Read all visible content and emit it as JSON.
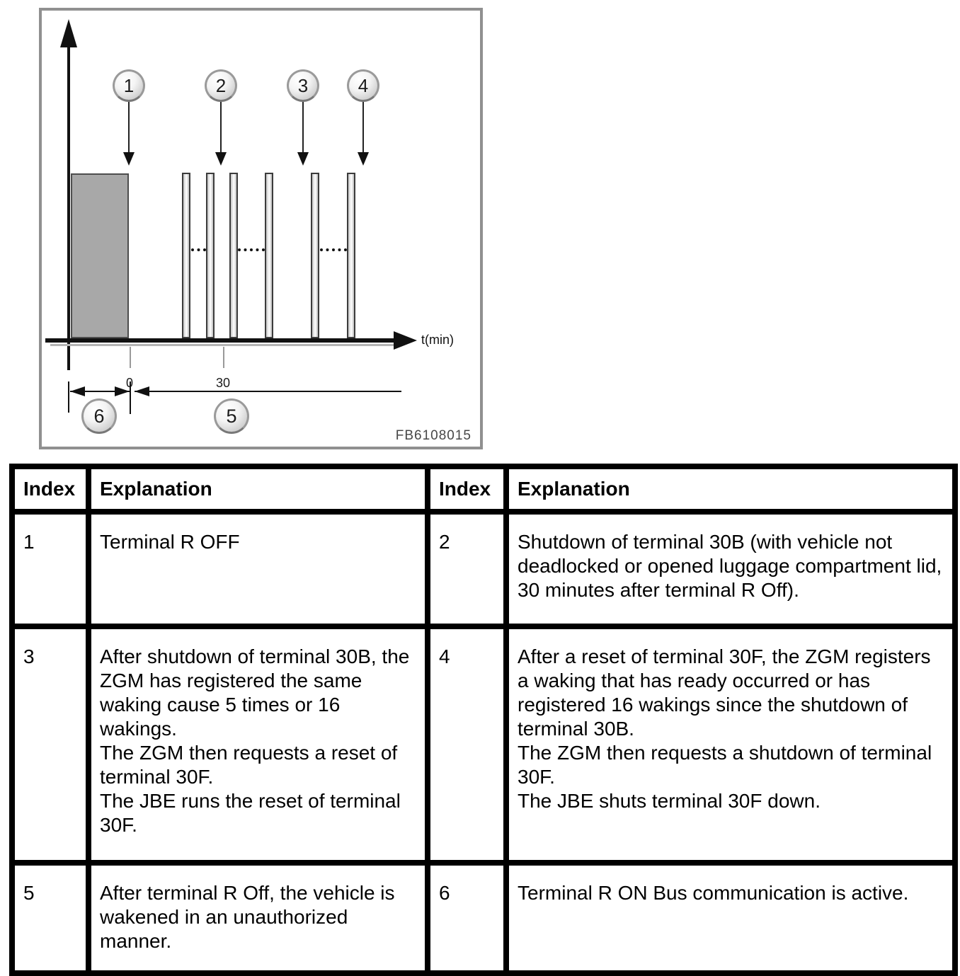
{
  "diagram": {
    "figure_id": "FB6108015",
    "axis_label": "t(min)",
    "tick_labels": [
      "0",
      "30"
    ],
    "callouts": [
      "1",
      "2",
      "3",
      "4",
      "5",
      "6"
    ],
    "colors": {
      "bar_fill": "#a8a8a8",
      "box_border": "#909090"
    }
  },
  "table": {
    "headers": [
      "Index",
      "Explanation",
      "Index",
      "Explanation"
    ],
    "rows": [
      {
        "cells": [
          "1",
          "Terminal R OFF",
          "2",
          "Shutdown of terminal 30B (with vehicle not deadlocked or opened luggage compartment lid, 30 minutes after terminal R Off)."
        ]
      },
      {
        "cells": [
          "3",
          "After shutdown of terminal 30B, the ZGM has registered the same waking cause 5 times or 16 wakings.\nThe ZGM then requests a reset of terminal 30F.\nThe JBE runs the reset of terminal 30F.",
          "4",
          "After a reset of terminal 30F, the ZGM registers a waking that has ready occurred or has registered 16 wakings since the shutdown of terminal 30B.\nThe ZGM then requests a shutdown of terminal 30F.\nThe JBE shuts terminal 30F down."
        ]
      },
      {
        "cells": [
          "5",
          "After terminal R Off, the vehicle is wakened in an unauthorized manner.",
          "6",
          "Terminal R ON Bus communication is active."
        ]
      }
    ]
  }
}
